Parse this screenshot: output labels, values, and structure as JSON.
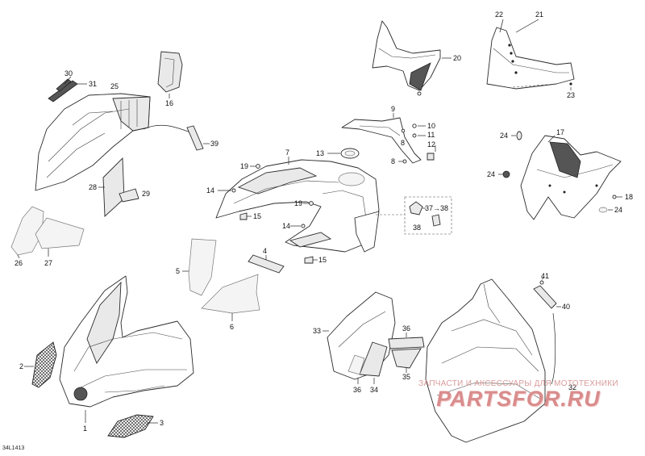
{
  "diagram_code": "34L1413",
  "watermark": {
    "line1": "ЗАПЧАСТИ И АКСЕССУАРЫ ДЛЯ МОТОТЕХНИКИ",
    "line2": "PARTSFOR.RU"
  },
  "callouts": {
    "c1": "1",
    "c2": "2",
    "c3": "3",
    "c4": "4",
    "c5": "5",
    "c6": "6",
    "c7": "7",
    "c8a": "8",
    "c8b": "8",
    "c9": "9",
    "c10": "10",
    "c11": "11",
    "c12": "12",
    "c13": "13",
    "c14a": "14",
    "c14b": "14",
    "c15a": "15",
    "c15b": "15",
    "c16": "16",
    "c17": "17",
    "c18": "18",
    "c19a": "19",
    "c19b": "19",
    "c20": "20",
    "c21": "21",
    "c22": "22",
    "c23": "23",
    "c24a": "24",
    "c24b": "24",
    "c24c": "24",
    "c25": "25",
    "c26": "26",
    "c27": "27",
    "c28": "28",
    "c29": "29",
    "c30": "30",
    "c31": "31",
    "c32": "32",
    "c33": "33",
    "c34": "34",
    "c35": "35",
    "c36a": "36",
    "c36b": "36",
    "c3738": "37→38",
    "c38": "38",
    "c39": "39",
    "c40": "40",
    "c41": "41"
  },
  "colors": {
    "line": "#2a2a2a",
    "watermark": "#d98c8c"
  }
}
